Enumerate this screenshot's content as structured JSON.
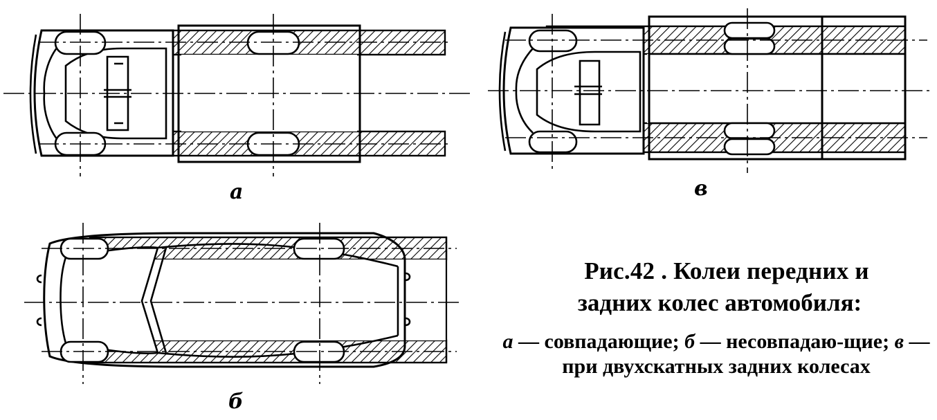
{
  "panels": {
    "a": {
      "label": "а"
    },
    "v": {
      "label": "в"
    },
    "b": {
      "label": "б"
    }
  },
  "caption": {
    "title_line1": "Рис.42 . Колеи передних и",
    "title_line2": "задних колес автомобиля:",
    "legend": [
      {
        "letter": "а",
        "text": " — совпадающие; "
      },
      {
        "letter": "б",
        "text": " — несовпадаю-щие; "
      },
      {
        "letter": "в",
        "text": " — при двухскатных задних колесах"
      }
    ]
  },
  "colors": {
    "ink": "#000000",
    "paper": "#ffffff"
  }
}
